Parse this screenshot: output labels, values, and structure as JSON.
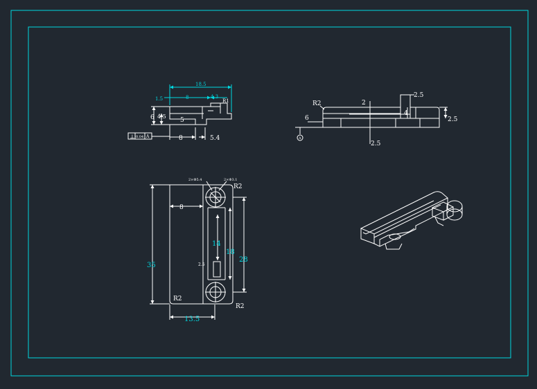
{
  "colors": {
    "background": "#212830",
    "frame": "#00d8e0",
    "geometry": "#ffffff",
    "dimension": "#00d8e0"
  },
  "front_view": {
    "dim_overall": "18.5",
    "dim_left": "1.5",
    "dim_top": "8",
    "dim_slot": "4.3",
    "dim_radius": "R1",
    "dim_height": "6",
    "dim_height_inner": "4.5",
    "dim_step": "5",
    "dim_bottom": "8",
    "dim_bottom_right": "5.4",
    "tolerance_symbol": "⊥",
    "tolerance_value": "0.04",
    "tolerance_datum": "A"
  },
  "side_view": {
    "dim_radius": "R2",
    "dim_top": "2",
    "dim_tab": "2.5",
    "dim_right": "2.5",
    "dim_inner": "4",
    "dim_left": "6",
    "dim_bottom": "2.5",
    "datum": "A"
  },
  "top_view": {
    "hole_top_left": "2×Φ5.4",
    "hole_top_right": "2×Φ3.1",
    "radius_top_right": "R2",
    "dim_inset": "8",
    "dim_slot": "14",
    "dim_inner": "18",
    "dim_outer": "28",
    "dim_height": "35",
    "dim_small": "2.5",
    "radius_bottom_left": "R2",
    "radius_bottom_right": "R2",
    "dim_width": "13.5"
  },
  "iso_view": {
    "label": ""
  }
}
